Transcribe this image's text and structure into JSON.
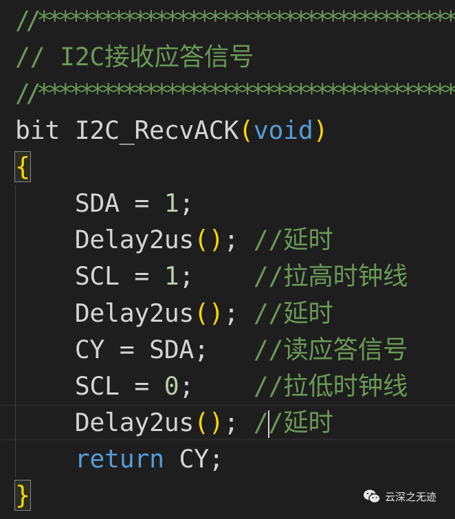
{
  "colors": {
    "background": "#1e1e1e",
    "comment": "#6a9955",
    "keyword": "#569cd6",
    "number": "#b5cea8",
    "bracket": "#ffd700",
    "text": "#d4d4d4"
  },
  "current_line": 11,
  "lines": [
    [
      [
        "comment",
        "//****************************************"
      ]
    ],
    [
      [
        "comment",
        "// I2C接收应答信号"
      ]
    ],
    [
      [
        "comment",
        "//****************************************"
      ]
    ],
    [
      [
        "text",
        "bit I2C_RecvACK"
      ],
      [
        "paren",
        "("
      ],
      [
        "kw",
        "void"
      ],
      [
        "paren",
        ")"
      ]
    ],
    [
      [
        "paren",
        "{"
      ]
    ],
    [
      [
        "text",
        "    SDA = "
      ],
      [
        "num",
        "1"
      ],
      [
        "text",
        ";"
      ]
    ],
    [
      [
        "text",
        "    Delay2us"
      ],
      [
        "paren",
        "()"
      ],
      [
        "text",
        "; "
      ],
      [
        "comment",
        "//延时"
      ]
    ],
    [
      [
        "text",
        "    SCL = "
      ],
      [
        "num",
        "1"
      ],
      [
        "text",
        ";    "
      ],
      [
        "comment",
        "//拉高时钟线"
      ]
    ],
    [
      [
        "text",
        "    Delay2us"
      ],
      [
        "paren",
        "()"
      ],
      [
        "text",
        "; "
      ],
      [
        "comment",
        "//延时"
      ]
    ],
    [
      [
        "text",
        "    CY = SDA;   "
      ],
      [
        "comment",
        "//读应答信号"
      ]
    ],
    [
      [
        "text",
        "    SCL = "
      ],
      [
        "num",
        "0"
      ],
      [
        "text",
        ";    "
      ],
      [
        "comment",
        "//拉低时钟线"
      ]
    ],
    [
      [
        "text",
        "    Delay2us"
      ],
      [
        "paren",
        "()"
      ],
      [
        "text",
        "; "
      ],
      [
        "comment",
        "/"
      ],
      [
        "cursor",
        ""
      ],
      [
        "comment",
        "/延时"
      ]
    ],
    [
      [
        "text",
        "    "
      ],
      [
        "kw",
        "return"
      ],
      [
        "text",
        " CY;"
      ]
    ],
    [
      [
        "paren",
        "}"
      ]
    ]
  ],
  "watermark": {
    "icon": "wechat-icon",
    "text": "云深之无迹"
  }
}
